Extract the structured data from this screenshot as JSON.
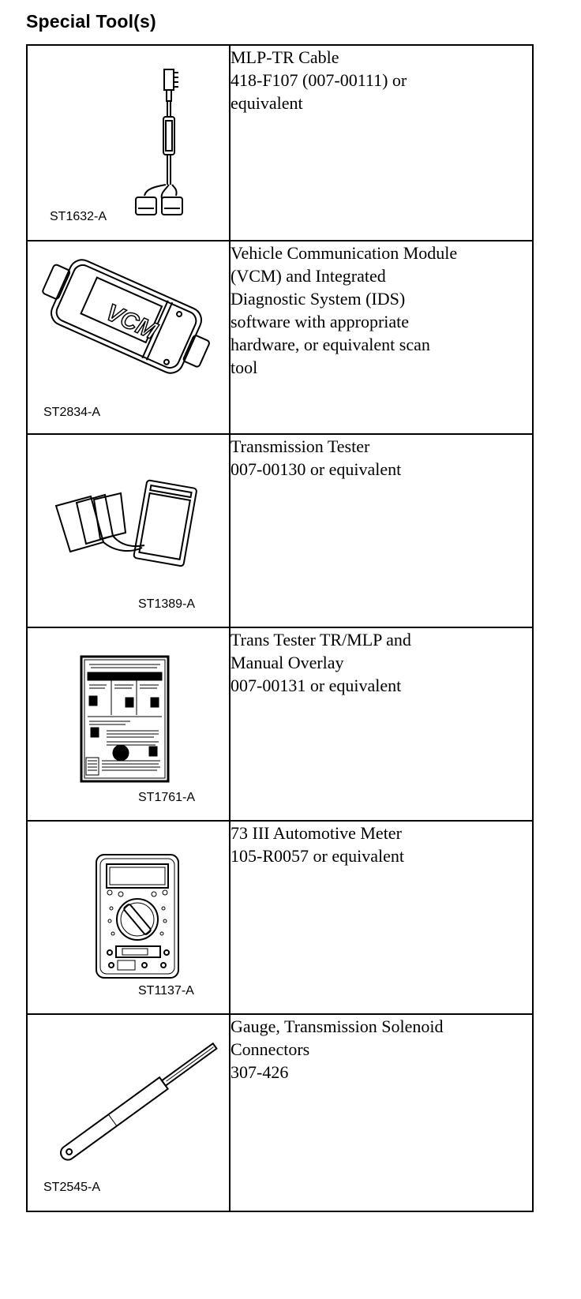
{
  "heading": "Special Tool(s)",
  "tools": [
    {
      "code": "ST1632-A",
      "lines": [
        "MLP-TR Cable",
        "418-F107 (007-00111) or",
        "equivalent"
      ],
      "icon": "mlp-tr-cable-icon"
    },
    {
      "code": "ST2834-A",
      "lines": [
        "Vehicle Communication Module",
        "(VCM) and Integrated",
        "Diagnostic System (IDS)",
        "software with appropriate",
        "hardware, or equivalent scan",
        "tool"
      ],
      "icon": "vcm-module-icon",
      "device_label": "VCM"
    },
    {
      "code": "ST1389-A",
      "lines": [
        "Transmission Tester",
        "007-00130 or equivalent"
      ],
      "icon": "transmission-tester-icon"
    },
    {
      "code": "ST1761-A",
      "lines": [
        "Trans Tester TR/MLP and",
        "Manual Overlay",
        "007-00131 or equivalent"
      ],
      "icon": "overlay-sheet-icon"
    },
    {
      "code": "ST1137-A",
      "lines": [
        "73 III Automotive Meter",
        "105-R0057 or equivalent"
      ],
      "icon": "multimeter-icon"
    },
    {
      "code": "ST2545-A",
      "lines": [
        "Gauge, Transmission Solenoid",
        "Connectors",
        "307-426"
      ],
      "icon": "solenoid-gauge-icon"
    }
  ]
}
